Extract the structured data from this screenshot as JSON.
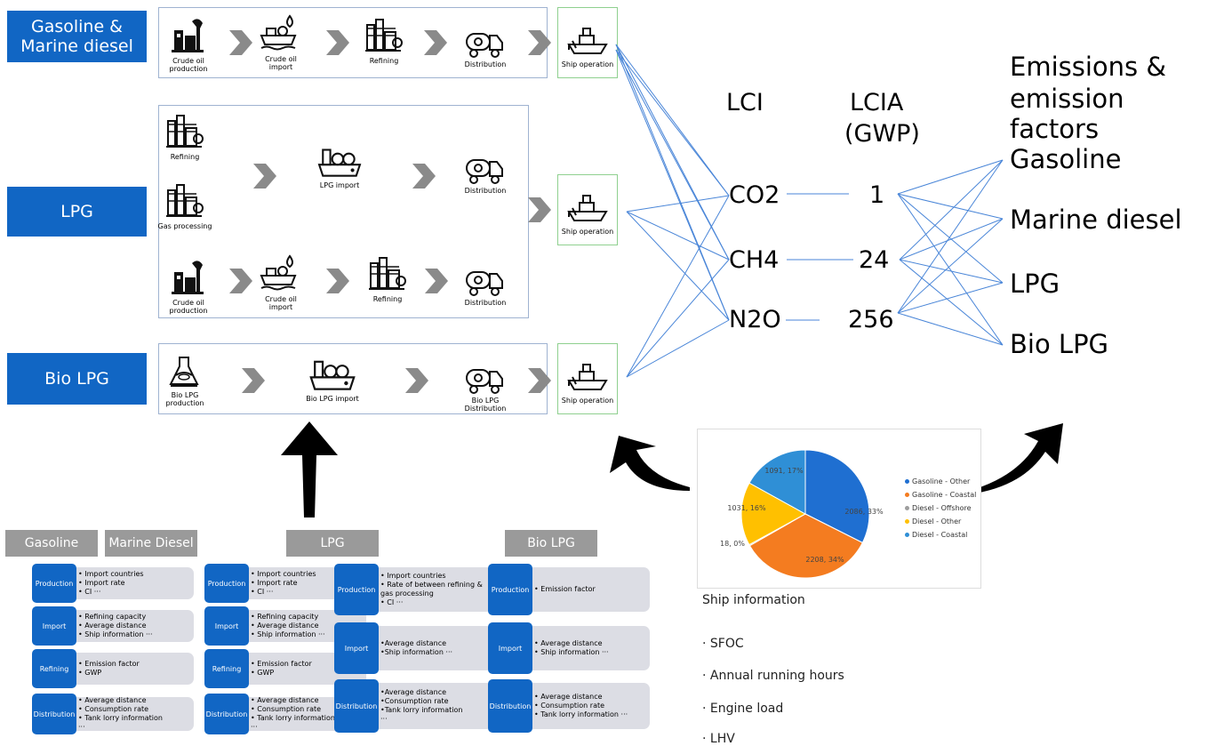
{
  "fuels": [
    {
      "key": "gasoline",
      "label": "Gasoline &\nMarine diesel"
    },
    {
      "key": "lpg",
      "label": "LPG"
    },
    {
      "key": "biolpg",
      "label": "Bio LPG"
    }
  ],
  "chains": {
    "gasoline": [
      "Crude oil production",
      "Crude oil import",
      "Refining",
      "Distribution"
    ],
    "lpg_refining": "Refining",
    "lpg_gas": "Gas processing",
    "lpg_import": "LPG import",
    "lpg_distribution": "Distribution",
    "lpg_crude": [
      "Crude oil production",
      "Crude oil import",
      "Refining",
      "Distribution"
    ],
    "biolpg": [
      "Bio LPG production",
      "Bio LPG import",
      "Bio LPG Distribution"
    ]
  },
  "ship_operation": "Ship operation",
  "lci": {
    "header": "LCI",
    "gases": [
      "CO2",
      "CH4",
      "N2O"
    ]
  },
  "lcia": {
    "header_line1": "LCIA",
    "header_line2": "(GWP)",
    "values": [
      "1",
      "24",
      "256"
    ]
  },
  "emissions": {
    "title_line1": "Emissions &",
    "title_line2": "emission factors",
    "items": [
      "Gasoline",
      "Marine diesel",
      "LPG",
      "Bio LPG"
    ]
  },
  "pie": {
    "slices": [
      {
        "label": "2086, 33%",
        "value": 2086,
        "color": "#1f6fd1"
      },
      {
        "label": "2208, 34%",
        "value": 2208,
        "color": "#f47c20"
      },
      {
        "label": "18, 0%",
        "value": 18,
        "color": "#9e9e9e"
      },
      {
        "label": "1031, 16%",
        "value": 1031,
        "color": "#ffc000"
      },
      {
        "label": "1091, 17%",
        "value": 1091,
        "color": "#2f8fd6"
      }
    ],
    "legend": [
      "Gasoline - Other",
      "Gasoline - Coastal",
      "Diesel - Offshore",
      "Diesel - Other",
      "Diesel - Coastal"
    ]
  },
  "ship_info": {
    "title": "Ship information",
    "items": [
      "· SFOC",
      "· Annual running hours",
      "· Engine load",
      "· LHV"
    ]
  },
  "inputs": {
    "gasoline_headers": [
      "Gasoline",
      "Marine Diesel"
    ],
    "lpg_header": "LPG",
    "bio_header": "Bio LPG",
    "stage_labels": {
      "production": "Production",
      "import": "Import",
      "refining": "Refining",
      "distribution": "Distribution"
    },
    "gasoline": {
      "production": [
        "Import countries",
        "Import rate",
        "CI ···"
      ],
      "import": [
        "Refining capacity",
        "Average distance",
        "Ship information ···"
      ],
      "refining": [
        "Emission factor",
        "GWP"
      ],
      "distribution": [
        "Average distance",
        "Consumption rate",
        "Tank lorry information",
        "···"
      ]
    },
    "lpg_left": {
      "production": [
        "Import countries",
        "Import rate",
        "CI ···"
      ],
      "import": [
        "Refining capacity",
        "Average distance",
        "Ship information ···"
      ],
      "refining": [
        "Emission factor",
        "GWP"
      ],
      "distribution": [
        "Average distance",
        "Consumption rate",
        "Tank lorry information",
        "···"
      ]
    },
    "lpg_right": {
      "production": [
        "Import countries",
        "Rate of between refining & gas processing",
        "CI ···"
      ],
      "import": [
        "•Average distance",
        "•Ship information ···"
      ],
      "distribution": [
        "•Average distance",
        "•Consumption rate",
        "•Tank lorry information",
        "···"
      ]
    },
    "bio": {
      "production": [
        "Emission factor"
      ],
      "import": [
        "Average distance",
        "Ship information ···"
      ],
      "distribution": [
        "Average distance",
        "Consumption rate",
        "Tank lorry information ···"
      ]
    }
  }
}
